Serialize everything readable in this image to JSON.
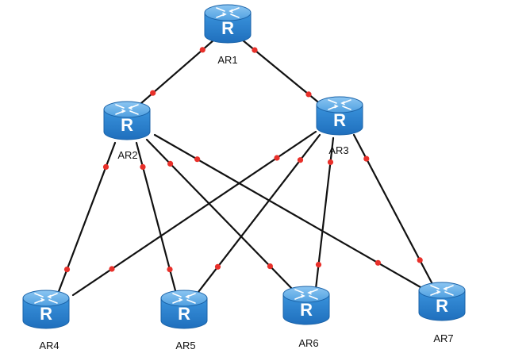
{
  "colors": {
    "router_body": "#2f86d1",
    "router_top": "#64aeea",
    "router_dark": "#1b63a8",
    "router_letter": "#ffffff",
    "link": "#111111",
    "port": "#e8302a"
  },
  "router_icon": "router-icon",
  "router_letter": "R",
  "nodes": [
    {
      "id": "AR1",
      "label": "AR1"
    },
    {
      "id": "AR2",
      "label": "AR2"
    },
    {
      "id": "AR3",
      "label": "AR3"
    },
    {
      "id": "AR4",
      "label": "AR4"
    },
    {
      "id": "AR5",
      "label": "AR5"
    },
    {
      "id": "AR6",
      "label": "AR6"
    },
    {
      "id": "AR7",
      "label": "AR7"
    }
  ],
  "links": [
    {
      "from": "AR1",
      "to": "AR2"
    },
    {
      "from": "AR1",
      "to": "AR3"
    },
    {
      "from": "AR2",
      "to": "AR4"
    },
    {
      "from": "AR2",
      "to": "AR5"
    },
    {
      "from": "AR2",
      "to": "AR6"
    },
    {
      "from": "AR2",
      "to": "AR7"
    },
    {
      "from": "AR3",
      "to": "AR4"
    },
    {
      "from": "AR3",
      "to": "AR5"
    },
    {
      "from": "AR3",
      "to": "AR6"
    },
    {
      "from": "AR3",
      "to": "AR7"
    }
  ]
}
